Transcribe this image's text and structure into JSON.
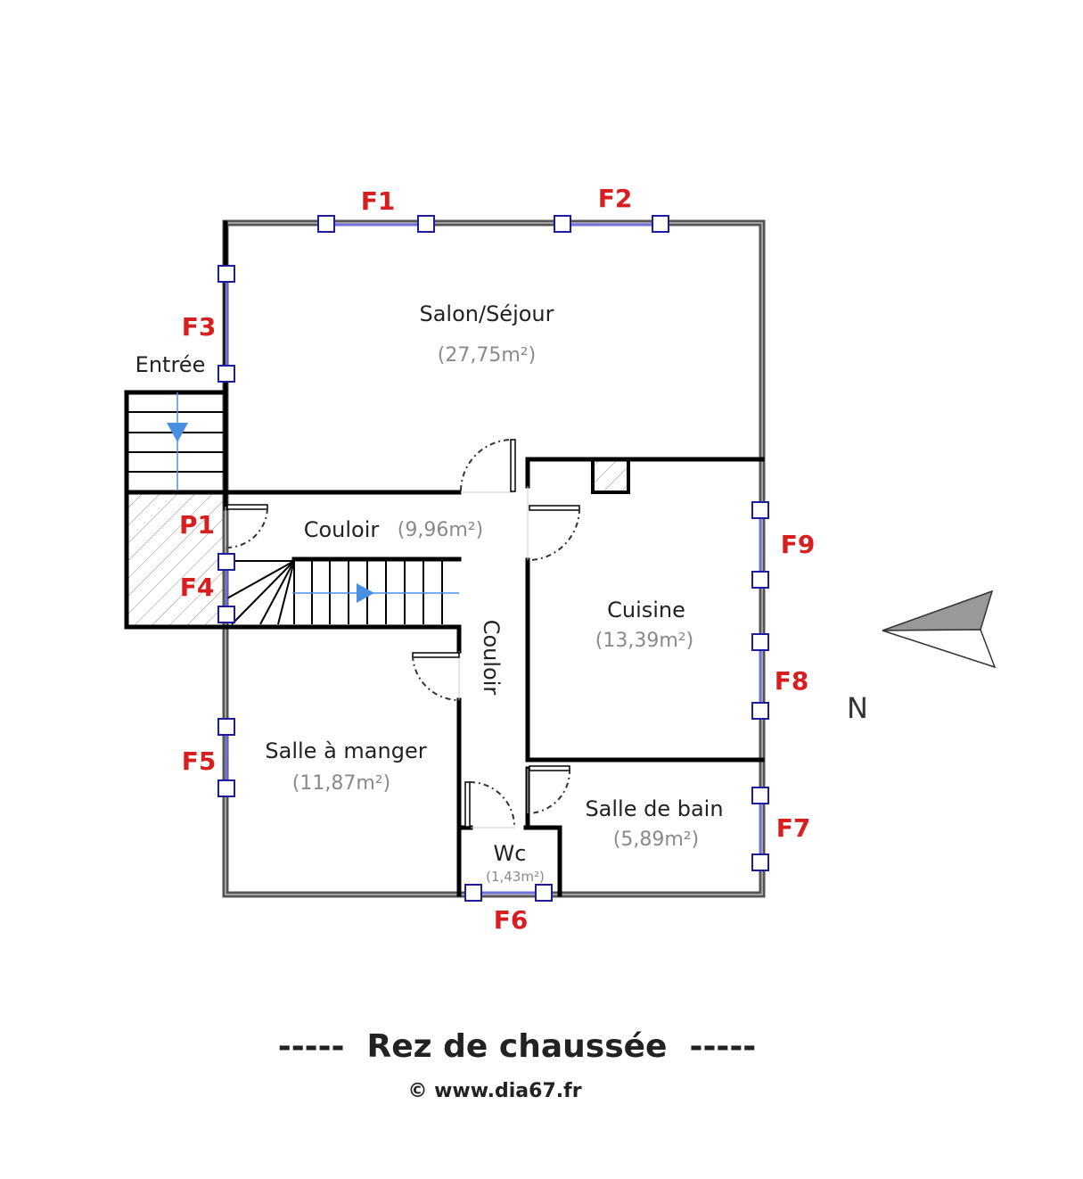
{
  "plan": {
    "rooms": {
      "salon": {
        "name": "Salon/Séjour",
        "area": "(27,75m²)"
      },
      "entree": {
        "name": "Entrée"
      },
      "couloir1": {
        "name": "Couloir",
        "area": "(9,96m²)"
      },
      "couloir2": {
        "name": "Couloir"
      },
      "cuisine": {
        "name": "Cuisine",
        "area": "(13,39m²)"
      },
      "salle_manger": {
        "name": "Salle à manger",
        "area": "(11,87m²)"
      },
      "salle_bain": {
        "name": "Salle de bain",
        "area": "(5,89m²)"
      },
      "wc": {
        "name": "Wc",
        "area": "(1,43m²)"
      }
    },
    "openings": [
      "F1",
      "F2",
      "F3",
      "P1",
      "F4",
      "F5",
      "F6",
      "F7",
      "F8",
      "F9"
    ],
    "compass_label": "N",
    "title": "-----  Rez de chaussée  -----",
    "copyright": "© www.dia67.fr"
  },
  "colors": {
    "opening_label": "#d81e1e",
    "window": "#1c1ca0",
    "stair_arrow": "#4a90e2"
  }
}
